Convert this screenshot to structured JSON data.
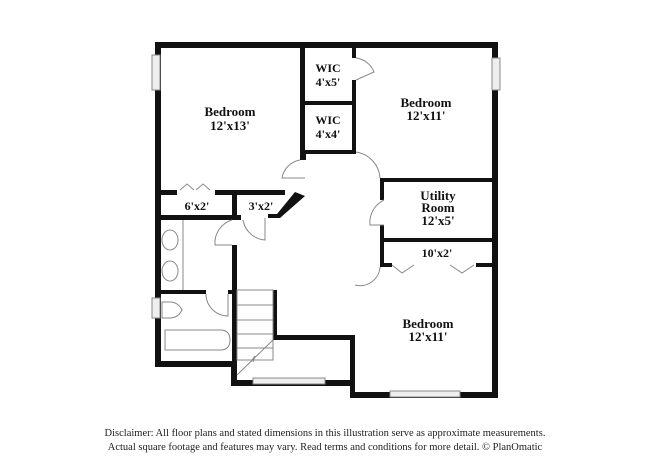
{
  "rooms": {
    "bedroom_nw": {
      "name": "Bedroom",
      "dims": "12'x13'"
    },
    "wic_1": {
      "name": "WIC",
      "dims": "4'x5'"
    },
    "wic_2": {
      "name": "WIC",
      "dims": "4'x4'"
    },
    "bedroom_ne": {
      "name": "Bedroom",
      "dims": "12'x11'"
    },
    "utility": {
      "name1": "Utility",
      "name2": "Room",
      "dims": "12'x5'"
    },
    "closet_10x2": {
      "dims": "10'x2'"
    },
    "closet_6x2": {
      "dims": "6'x2'"
    },
    "closet_3x2": {
      "dims": "3'x2'"
    },
    "bedroom_se": {
      "name": "Bedroom",
      "dims": "12'x11'"
    }
  },
  "disclaimer": {
    "line1": "Disclaimer: All floor plans and stated dimensions in this illustration serve as approximate measurements.",
    "line2": "Actual square footage and features may vary. Read terms and conditions for more detail. © PlanOmatic"
  },
  "colors": {
    "wall": "#111111",
    "fixture": "#888888"
  }
}
